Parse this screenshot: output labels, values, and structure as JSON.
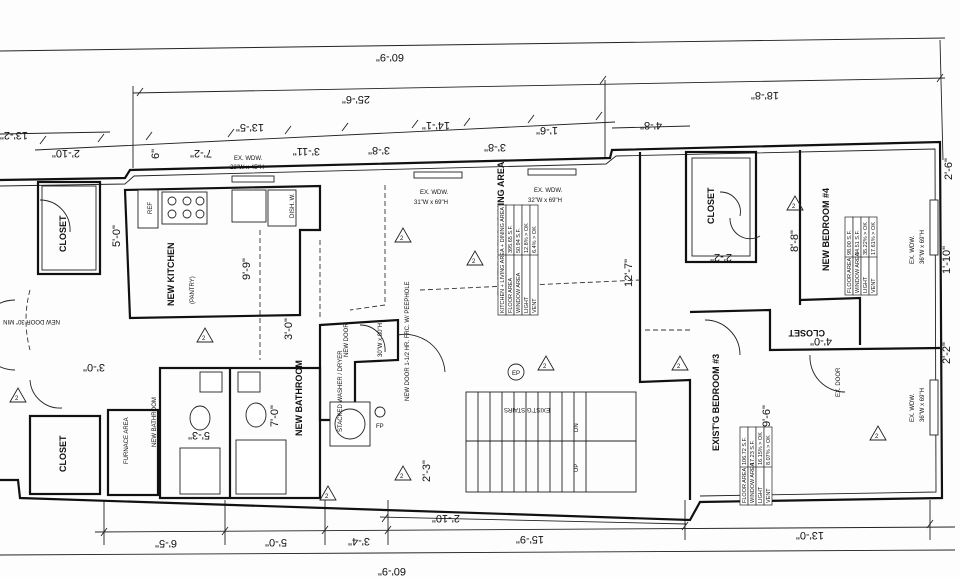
{
  "dimensions": {
    "overall_top": "60'-9\"",
    "overall_bottom": "60'-9\"",
    "top_mid": "25'-6\"",
    "top_right": "18'-8\"",
    "top_left": "13'-2\"",
    "seg_2_10": "2'-10\"",
    "seg_6": "6\"",
    "seg_7_2": "7'-2\"",
    "seg_13_5": "13'-5\"",
    "seg_3_11": "3'-11\"",
    "seg_3_8a": "3'-8\"",
    "seg_14_1": "14'-1\"",
    "seg_3_8b": "3'-8\"",
    "seg_1_6": "1'-6\"",
    "seg_4_8": "4'-8\"",
    "bot_6_5": "6'-5\"",
    "bot_5_0": "5'-0\"",
    "bot_3_4": "3'-4\"",
    "bot_15_9": "15'-9\"",
    "bot_13_0": "13'-0\"",
    "bot_2_10": "2'-10\"",
    "int_5_0": "5'-0\"",
    "int_9_9": "9'-9\"",
    "int_3_0a": "3'-0\"",
    "int_3_0b": "3'-0\"",
    "int_7_0": "7'-0\"",
    "int_5_3": "5'-3\"",
    "int_2_3": "2'-3\"",
    "int_12_7": "12'-7\"",
    "int_2_2": "2'-2\"",
    "int_8_8": "8'-8\"",
    "int_9_6": "9'-6\"",
    "int_4_0": "4'-0\"",
    "int_2_6": "2'-6\"",
    "int_1_10": "1'-10\"",
    "int_2_2b": "2'-2\""
  },
  "rooms": {
    "kitchen": "NEW KITCHEN",
    "kitchen_sub": "(PANTRY)",
    "living": "EXIST'G LIVING / DINING AREA",
    "bedroom3": "EXIST'G BEDROOM #3",
    "bedroom4": "NEW BEDROOM #4",
    "bathroom": "NEW BATHROOM",
    "bathroom2": "NEW BATHROOM",
    "closet_left": "CLOSET",
    "closet_lower": "CLOSET",
    "closet_bed4": "CLOSET",
    "closet_bed3": "CLOSET",
    "furnace": "FURNACE AREA",
    "stacked": "STACKED WASHER / DRYER",
    "dish": "DISH. W.",
    "ref": "REF"
  },
  "windows": {
    "w1": "EX. WDW.",
    "w1_size": "28\"W x 45\"H",
    "w2": "EX. WDW.",
    "w2_size": "31\"W x 69\"H",
    "w3": "EX. WDW.",
    "w3_size": "32\"W x 69\"H",
    "w4": "EX. WDW.",
    "w4_size": "36\"W x 69\"H",
    "w5": "EX. WDW.",
    "w5_size": "36\"W x 69\"H"
  },
  "doors": {
    "new_door": "NEW DOOR",
    "new_door_size": "30\"W x 80\"H",
    "door_min": "NEW DOOR 30\" MIN",
    "door_note": "NEW DOOR 1-1/2 HR. FRC. W/ PEEPHOLE",
    "ex_door": "EX. DOOR"
  },
  "notes": {
    "stairs": "EXIST'G STAIRS",
    "stairs_dn": "DN",
    "stairs_up": "UP",
    "ep": "EP",
    "fp": "FP",
    "rev": "2"
  },
  "room_tables": {
    "living": [
      [
        "KITCHEN + LIVING AREA + DINING AREA",
        ""
      ],
      [
        "FLOOR AREA",
        "395.65 S.F."
      ],
      [
        "WINDOW AREA",
        "50.94 S.F."
      ],
      [
        "LIGHT",
        "12.8% > OK"
      ],
      [
        "VENT",
        "6.4% > OK"
      ]
    ],
    "bed3": [
      [
        "FLOOR AREA",
        "106.72 S.F."
      ],
      [
        "WINDOW AREA",
        "17.23 S.F."
      ],
      [
        "LIGHT",
        "16.15% > OK"
      ],
      [
        "VENT",
        "8.07% > OK"
      ]
    ],
    "bed4": [
      [
        "FLOOR AREA",
        "98.00 S.F."
      ],
      [
        "WINDOW AREA",
        "34.51 S.F."
      ],
      [
        "LIGHT",
        "35.22% > OK"
      ],
      [
        "VENT",
        "17.61% > OK"
      ]
    ]
  }
}
